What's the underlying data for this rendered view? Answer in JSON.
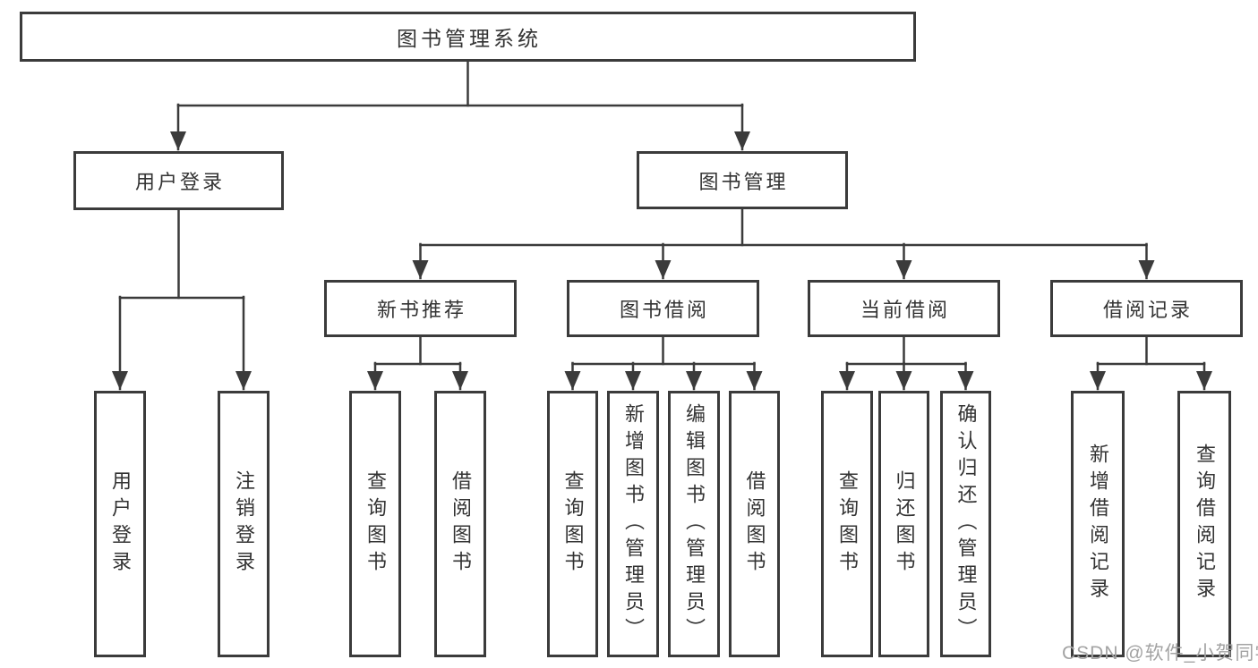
{
  "colors": {
    "line": "#3b3b3b",
    "box_border": "#3b3b3b",
    "text": "#333333",
    "background": "#ffffff",
    "watermark": "#a3a3a3"
  },
  "tree": {
    "root": {
      "label": "图书管理系统"
    },
    "level2": [
      {
        "label": "用户登录",
        "children": [
          {
            "label": "用户登录"
          },
          {
            "label": "注销登录"
          }
        ]
      },
      {
        "label": "图书管理"
      }
    ],
    "level3": [
      {
        "label": "新书推荐",
        "children": [
          {
            "label": "查询图书"
          },
          {
            "label": "借阅图书"
          }
        ]
      },
      {
        "label": "图书借阅",
        "children": [
          {
            "label": "查询图书"
          },
          {
            "label": "新增图书（管理员）"
          },
          {
            "label": "编辑图书（管理员）"
          },
          {
            "label": "借阅图书"
          }
        ]
      },
      {
        "label": "当前借阅",
        "children": [
          {
            "label": "查询图书"
          },
          {
            "label": "归还图书"
          },
          {
            "label": "确认归还（管理员）"
          }
        ]
      },
      {
        "label": "借阅记录",
        "children": [
          {
            "label": "新增借阅记录"
          },
          {
            "label": "查询借阅记录"
          }
        ]
      }
    ]
  },
  "watermark": {
    "text": "CSDN @软件_小贺同学"
  }
}
